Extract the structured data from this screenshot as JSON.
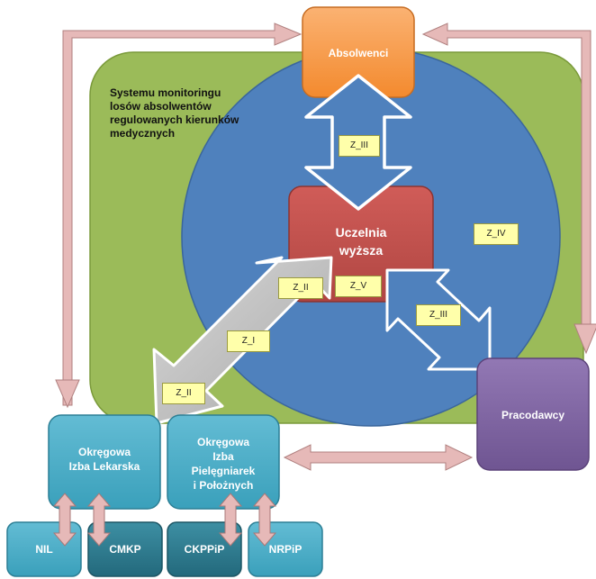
{
  "system_title": "Systemu monitoringu losów absolwentów regulowanych kierunków medycznych",
  "nodes": {
    "absolwenci": "Absolwenci",
    "uczelnia": "Uczelnia\nwyższa",
    "pracodawcy": "Pracodawcy",
    "oil": "Okręgowa\nIzba Lekarska",
    "oipip": "Okręgowa\nIzba\nPielęgniarek\ni Położnych",
    "nil": "NIL",
    "cmkp": "CMKP",
    "ckppip": "CKPPiP",
    "nrpip": "NRPiP"
  },
  "labels": {
    "z_iii_top": "Z_III",
    "z_iv": "Z_IV",
    "z_v": "Z_V",
    "z_ii_upper": "Z_II",
    "z_i": "Z_I",
    "z_ii_lower": "Z_II",
    "z_iii_right": "Z_III"
  },
  "colors": {
    "green_bg": "#9bbb59",
    "blue_circle": "#4f81bd",
    "orange": "#f79646",
    "red": "#c0504d",
    "purple": "#8064a2",
    "teal_light": "#4bacc6",
    "teal_dark": "#31859c",
    "pink_arrow": "#e6b9b8",
    "label_bg": "#ffffaa"
  }
}
